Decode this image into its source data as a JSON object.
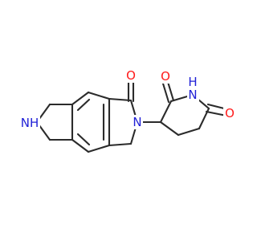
{
  "molecule": {
    "colors": {
      "bond": "#2b2b2b",
      "nitrogen": "#1f1fd6",
      "oxygen": "#ff1a1a",
      "background": "#ffffff"
    },
    "atom_labels": {
      "amine_nh": "NH",
      "lactam_n": "N",
      "ketone_o_top": "O",
      "imide_o_left": "O",
      "imide_nh": "H",
      "imide_n": "N",
      "imide_o_right": "O"
    }
  }
}
